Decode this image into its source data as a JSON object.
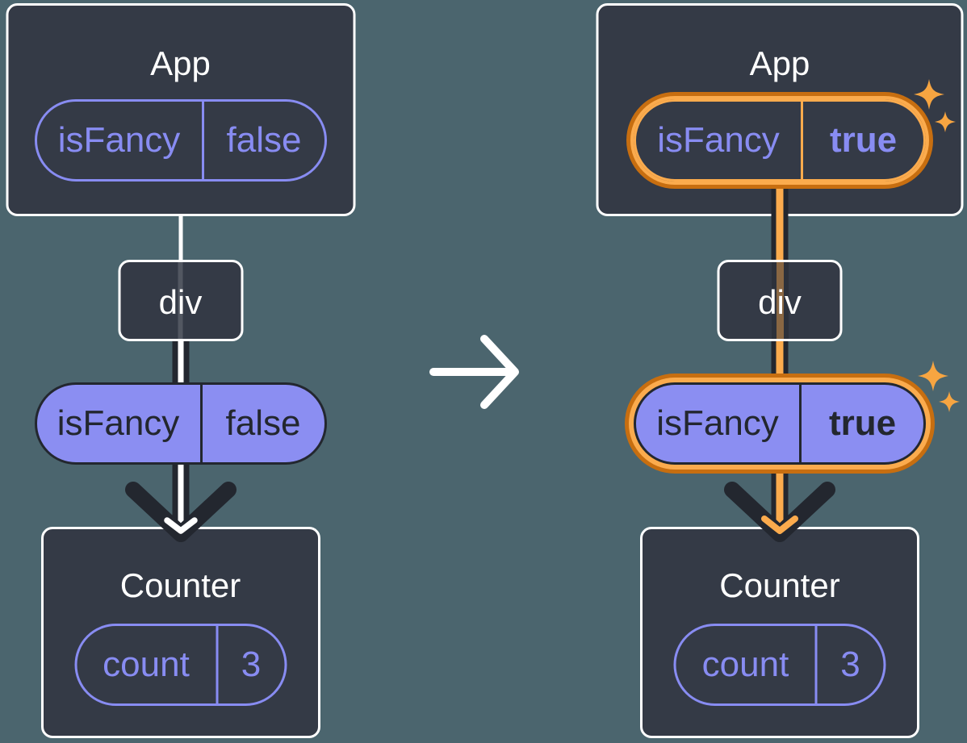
{
  "colors": {
    "bg": "#4B656E",
    "box-fill": "#343A46",
    "box-border": "#FFFFFF",
    "purple": "#888CF2",
    "purple-fill": "#8B8EF2",
    "ink": "#23272F",
    "orange-dark": "#C76E10",
    "orange-light": "#FBAB4D"
  },
  "panels": {
    "before": {
      "root": {
        "title": "App",
        "prop": {
          "name": "isFancy",
          "value": "false"
        }
      },
      "middle": {
        "label": "div"
      },
      "passed_prop": {
        "name": "isFancy",
        "value": "false"
      },
      "leaf": {
        "title": "Counter",
        "state": {
          "name": "count",
          "value": "3"
        }
      }
    },
    "after": {
      "root": {
        "title": "App",
        "prop": {
          "name": "isFancy",
          "value": "true"
        }
      },
      "middle": {
        "label": "div"
      },
      "passed_prop": {
        "name": "isFancy",
        "value": "true"
      },
      "leaf": {
        "title": "Counter",
        "state": {
          "name": "count",
          "value": "3"
        }
      }
    }
  }
}
